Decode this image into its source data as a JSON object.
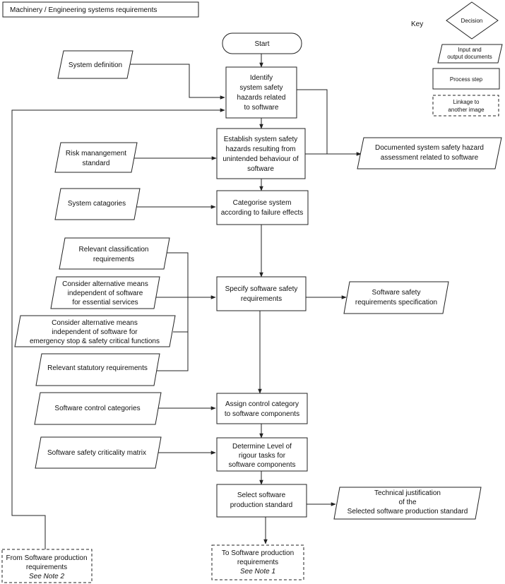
{
  "title": "Machinery / Engineering systems requirements",
  "key": {
    "label": "Key",
    "decision": "Decision",
    "io": [
      "Input and",
      "output documents"
    ],
    "process": "Process step",
    "link": [
      "Linkage to",
      "another image"
    ]
  },
  "nodes": {
    "start": "Start",
    "identify": [
      "Identify",
      "system safety",
      "hazards related",
      "to software"
    ],
    "establish": [
      "Establish system safety",
      "hazards resulting from",
      "unintended behaviour of",
      "software"
    ],
    "categorise": [
      "Categorise system",
      "according to failure effects"
    ],
    "specify": [
      "Specify software safety",
      "requirements"
    ],
    "assign": [
      "Assign control category",
      "to software components"
    ],
    "determine": [
      "Determine Level of",
      "rigour tasks for",
      "software components"
    ],
    "select": [
      "Select software",
      "production standard"
    ],
    "to_prod": [
      "To Software production",
      "requirements",
      "See Note 1"
    ],
    "from_prod": [
      "From Software production",
      "requirements",
      "See Note 2"
    ],
    "system_definition": "System definition",
    "risk_standard": [
      "Risk manangement",
      "standard"
    ],
    "documented_hazard": [
      "Documented system safety hazard",
      "assessment related to software"
    ],
    "system_categories": "System catagories",
    "relevant_class": [
      "Relevant classification",
      "requirements"
    ],
    "alt_means_essential": [
      "Consider alternative means",
      "independent of software",
      "for essential services"
    ],
    "alt_means_emergency": [
      "Consider alternative means",
      "independent of software for",
      "emergency stop & safety critical functions"
    ],
    "statutory": "Relevant statutory requirements",
    "sw_safety_spec": [
      "Software safety",
      "requirements specification"
    ],
    "sw_control_categories": "Software control categories",
    "criticality_matrix": "Software safety criticality matrix",
    "tech_justification": [
      "Technical justification",
      "of the",
      "Selected software production standard"
    ]
  }
}
